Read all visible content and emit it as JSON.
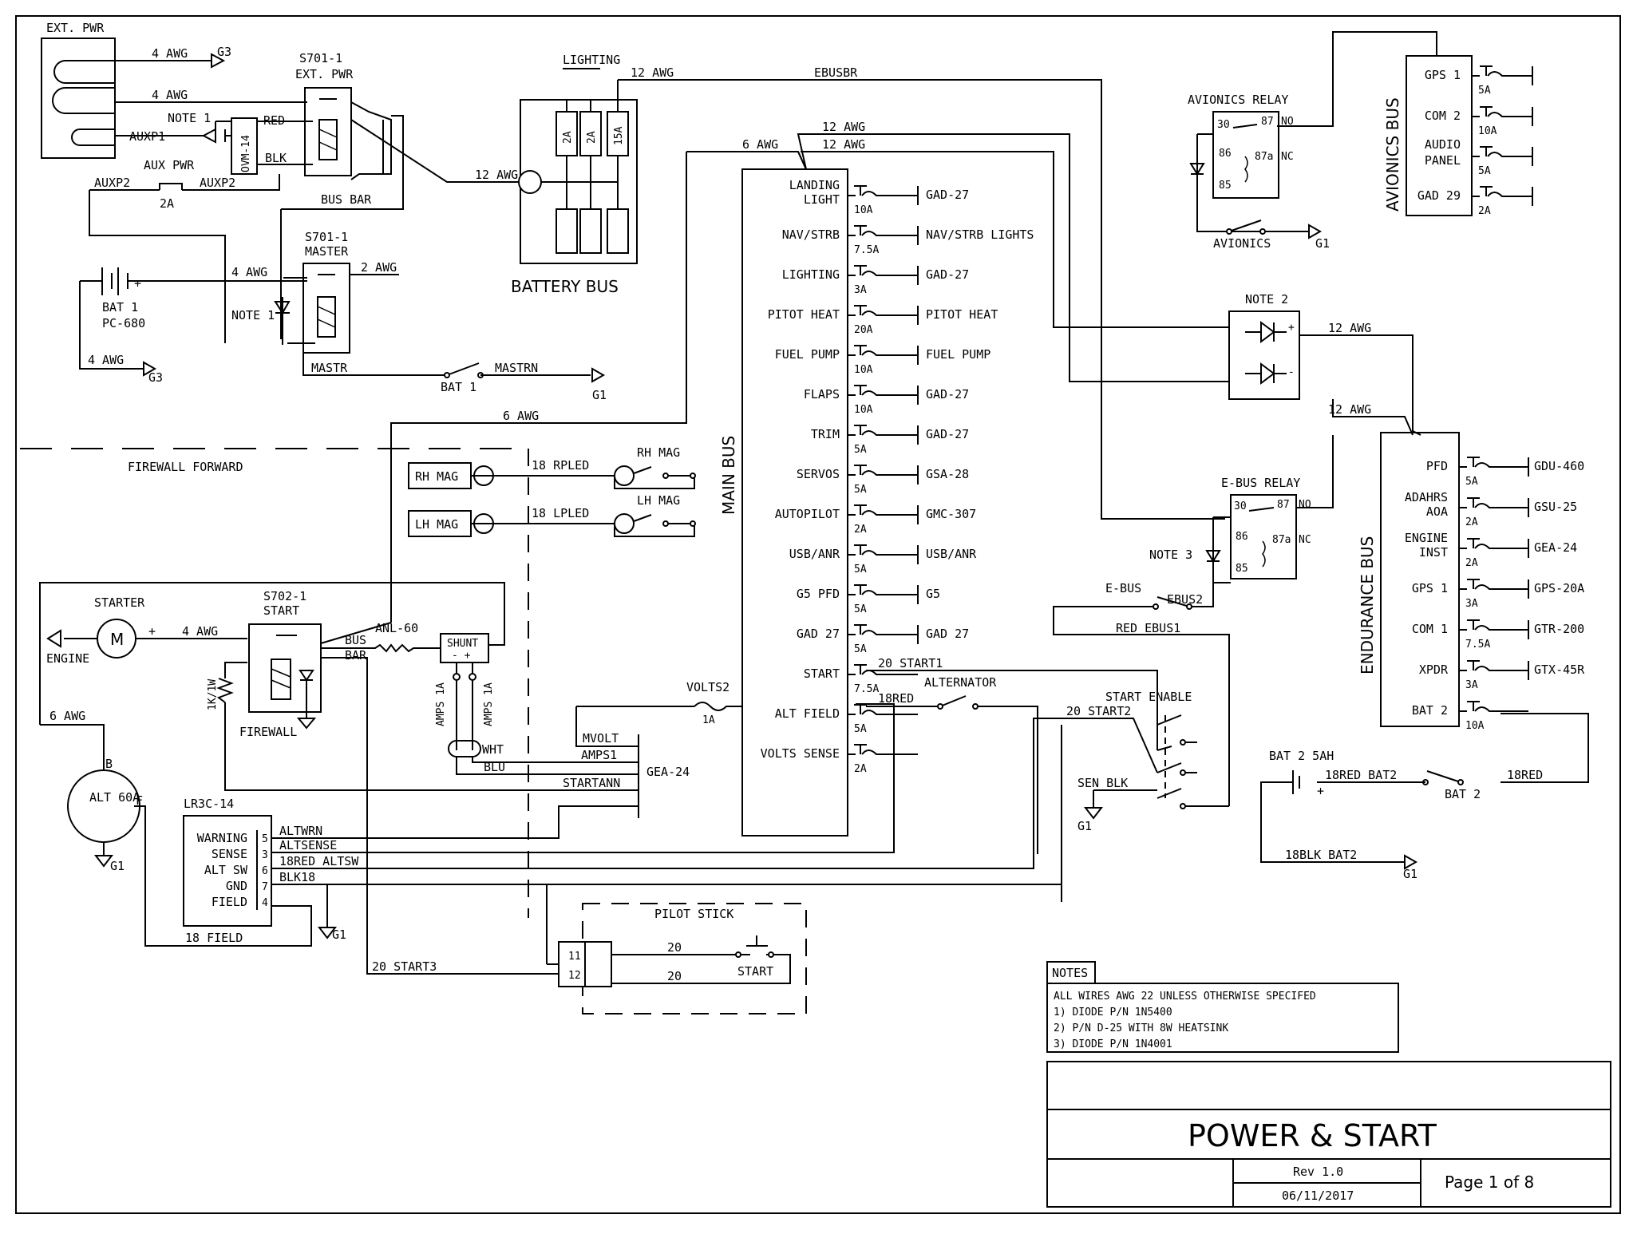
{
  "colors": {
    "ink": "#000000",
    "paper": "#ffffff"
  },
  "ext_pwr": {
    "label": "EXT. PWR"
  },
  "relays": {
    "ext_pwr": {
      "id": "S701-1",
      "name": "EXT. PWR"
    },
    "master": {
      "id": "S701-1",
      "name": "MASTER"
    },
    "start": {
      "id": "S702-1",
      "name": "START"
    },
    "avionics": {
      "name": "AVIONICS RELAY"
    },
    "ebus": {
      "name": "E-BUS RELAY"
    },
    "pins": {
      "p30": "30",
      "p87": "87",
      "p86": "86",
      "p87a": "87a",
      "p85": "85",
      "no": "NO",
      "nc": "NC"
    }
  },
  "wire_labels": {
    "awg4_a": "4 AWG",
    "awg4_b": "4 AWG",
    "awg4_c": "4 AWG",
    "awg4_d": "4 AWG",
    "awg4_e": "4 AWG",
    "awg2": "2 AWG",
    "awg6_a": "6 AWG",
    "awg6_b": "6 AWG",
    "awg6_c": "6 AWG",
    "awg12_a": "12 AWG",
    "awg12_b": "12 AWG",
    "awg12_c": "12 AWG",
    "awg12_d": "12 AWG",
    "awg12_e": "12 AWG",
    "awg12_f": "12 AWG",
    "note1_a": "NOTE 1",
    "note1_b": "NOTE 1",
    "note2": "NOTE 2",
    "note3": "NOTE 3",
    "red": "RED",
    "blk": "BLK",
    "auxp1": "AUXP1",
    "auxp2_a": "AUXP2",
    "auxp2_b": "AUXP2",
    "aux_pwr": "AUX PWR",
    "aux_fuse": "2A",
    "bus_bar": "BUS BAR",
    "mastr": "MASTR",
    "mastrn": "MASTRN",
    "ebusbr": "EBUSBR",
    "rpled": "18 RPLED",
    "lpled": "18 LPLED",
    "bus": "BUS",
    "bar": "BAR",
    "anl60": "ANL-60",
    "shunt": "SHUNT",
    "shunt_pol": "- +",
    "amps1a_a": "AMPS 1A",
    "amps1a_b": "AMPS 1A",
    "wht": "WHT",
    "blu": "BLU",
    "mvolt": "MVOLT",
    "amps1": "AMPS1",
    "startann": "STARTANN",
    "gea24": "GEA-24",
    "volts2": "VOLTS2",
    "volts_fuse": "1A",
    "red18": "18RED",
    "start1": "20 START1",
    "start2": "20 START2",
    "start3": "20 START3",
    "sen_blk": "SEN BLK",
    "ebus2": "EBUS2",
    "red_ebus1": "RED EBUS1",
    "ebus_sw": "E-BUS",
    "altwrn": "ALTWRN",
    "altsense": "ALTSENSE",
    "altsw": "18RED ALTSW",
    "blk18": "BLK18",
    "field18": "18 FIELD",
    "red_bat2": "18RED BAT2",
    "red18_b": "18RED",
    "blk_bat2": "18BLK BAT2",
    "w20_a": "20",
    "w20_b": "20",
    "avionics_sw": "AVIONICS",
    "bat1_sw": "BAT 1",
    "bat2_sw": "BAT 2",
    "plus": "+",
    "minus": "-",
    "plus_b": "+",
    "plus_c": "+",
    "plus_d": "+",
    "minus_b": "-"
  },
  "grounds": {
    "g3_a": "G3",
    "g3_b": "G3",
    "g1_a": "G1",
    "g1_b": "G1",
    "g1_c": "G1",
    "g1_d": "G1",
    "g1_e": "G1",
    "g1_f": "G1"
  },
  "battery1": {
    "name": "BAT 1",
    "model": "PC-680"
  },
  "battery2": {
    "name": "BAT 2 5AH"
  },
  "ovm": "OVM-14",
  "battery_bus": {
    "title": "BATTERY BUS",
    "group": "LIGHTING",
    "fuses": [
      "2A",
      "2A",
      "15A"
    ]
  },
  "main_bus": {
    "title": "MAIN BUS",
    "rows": [
      {
        "name": "LANDING LIGHT",
        "fuse": "10A",
        "load": "GAD-27"
      },
      {
        "name": "NAV/STRB",
        "fuse": "7.5A",
        "load": "NAV/STRB LIGHTS"
      },
      {
        "name": "LIGHTING",
        "fuse": "3A",
        "load": "GAD-27"
      },
      {
        "name": "PITOT HEAT",
        "fuse": "20A",
        "load": "PITOT HEAT"
      },
      {
        "name": "FUEL PUMP",
        "fuse": "10A",
        "load": "FUEL PUMP"
      },
      {
        "name": "FLAPS",
        "fuse": "10A",
        "load": "GAD-27"
      },
      {
        "name": "TRIM",
        "fuse": "5A",
        "load": "GAD-27"
      },
      {
        "name": "SERVOS",
        "fuse": "5A",
        "load": "GSA-28"
      },
      {
        "name": "AUTOPILOT",
        "fuse": "2A",
        "load": "GMC-307"
      },
      {
        "name": "USB/ANR",
        "fuse": "5A",
        "load": "USB/ANR"
      },
      {
        "name": "G5 PFD",
        "fuse": "5A",
        "load": "G5"
      },
      {
        "name": "GAD 27",
        "fuse": "5A",
        "load": "GAD 27"
      },
      {
        "name": "START",
        "fuse": "7.5A",
        "load": ""
      },
      {
        "name": "ALT FIELD",
        "fuse": "5A",
        "load": ""
      },
      {
        "name": "VOLTS SENSE",
        "fuse": "2A",
        "load": ""
      }
    ]
  },
  "avionics_bus": {
    "title": "AVIONICS BUS",
    "rows": [
      {
        "name": "GPS 1",
        "fuse": "5A"
      },
      {
        "name": "COM 2",
        "fuse": "10A"
      },
      {
        "name": "AUDIO PANEL",
        "fuse": "5A"
      },
      {
        "name": "GAD 29",
        "fuse": "2A"
      }
    ]
  },
  "endurance_bus": {
    "title": "ENDURANCE BUS",
    "rows": [
      {
        "name": "PFD",
        "fuse": "5A",
        "load": "GDU-460"
      },
      {
        "name": "ADAHRS AOA",
        "fuse": "2A",
        "load": "GSU-25"
      },
      {
        "name": "ENGINE INST",
        "fuse": "2A",
        "load": "GEA-24"
      },
      {
        "name": "GPS 1",
        "fuse": "3A",
        "load": "GPS-20A"
      },
      {
        "name": "COM 1",
        "fuse": "7.5A",
        "load": "GTR-200"
      },
      {
        "name": "XPDR",
        "fuse": "3A",
        "load": "GTX-45R"
      },
      {
        "name": "BAT 2",
        "fuse": "10A",
        "load": ""
      }
    ]
  },
  "firewall": {
    "forward_label": "FIREWALL FORWARD",
    "label": "FIREWALL"
  },
  "mags": {
    "rh": "RH MAG",
    "lh": "LH MAG"
  },
  "starter": {
    "label": "STARTER",
    "engine": "ENGINE",
    "symbol": "M"
  },
  "alternator": {
    "label": "ALT 60A",
    "b": "B",
    "f": "F",
    "sw": "ALTERNATOR",
    "resistor": "1K/1W"
  },
  "start_enable": {
    "label": "START ENABLE"
  },
  "regulator": {
    "name": "LR3C-14",
    "pins": [
      {
        "name": "WARNING",
        "num": "5"
      },
      {
        "name": "SENSE",
        "num": "3"
      },
      {
        "name": "ALT SW",
        "num": "6"
      },
      {
        "name": "GND",
        "num": "7"
      },
      {
        "name": "FIELD",
        "num": "4"
      }
    ]
  },
  "pilot_stick": {
    "title": "PILOT STICK",
    "pin1": "11",
    "pin2": "12",
    "button": "START"
  },
  "notes": {
    "header": "NOTES",
    "lines": [
      "ALL WIRES AWG 22 UNLESS OTHERWISE SPECIFED",
      "1) DIODE P/N 1N5400",
      "2) P/N D-25 WITH 8W HEATSINK",
      "3) DIODE P/N 1N4001"
    ]
  },
  "title_block": {
    "title": "POWER & START",
    "rev": "Rev 1.0",
    "date": "06/11/2017",
    "page": "Page 1 of 8"
  }
}
